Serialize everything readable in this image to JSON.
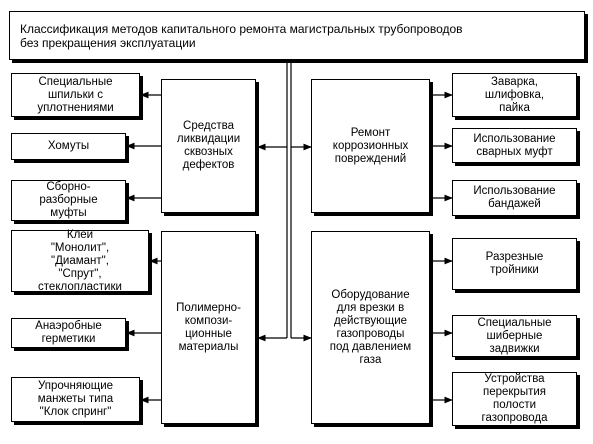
{
  "title": "Классификация методов капитального ремонта  магистральных трубопроводов\nбез прекращения эксплуатации",
  "central": {
    "c1": "Средства\nликвидации\nсквозных\nдефектов",
    "c2": "Ремонт\nкоррозионных\nповреждений",
    "c3": "Полимерно-\nкомпози-\nционные\nматериалы",
    "c4": "Оборудование\nдля врезки в\nдействующие\nгазопроводы\nпод давлением\nгаза"
  },
  "left": {
    "l1": "Специальные\nшпильки с\nуплотнениями",
    "l2": "Хомуты",
    "l3": "Сборно-\nразборные\nмуфты",
    "l4": "Клеи\n\"Монолит\",\n\"Диамант\",\n\"Спрут\",\nстеклопластики",
    "l5": "Анаэробные\nгерметики",
    "l6": "Упрочняющие\nманжеты типа\n\"Клок спринг\""
  },
  "right": {
    "r1": "Заварка,\nшлифовка,\nпайка",
    "r2": "Использование\nсварных муфт",
    "r3": "Использование\nбандажей",
    "r4": "Разрезные\nтройники",
    "r5": "Специальные\nшиберные\nзадвижки",
    "r6": "Устройства\nперекрытия\nполости\nгазопровода"
  }
}
